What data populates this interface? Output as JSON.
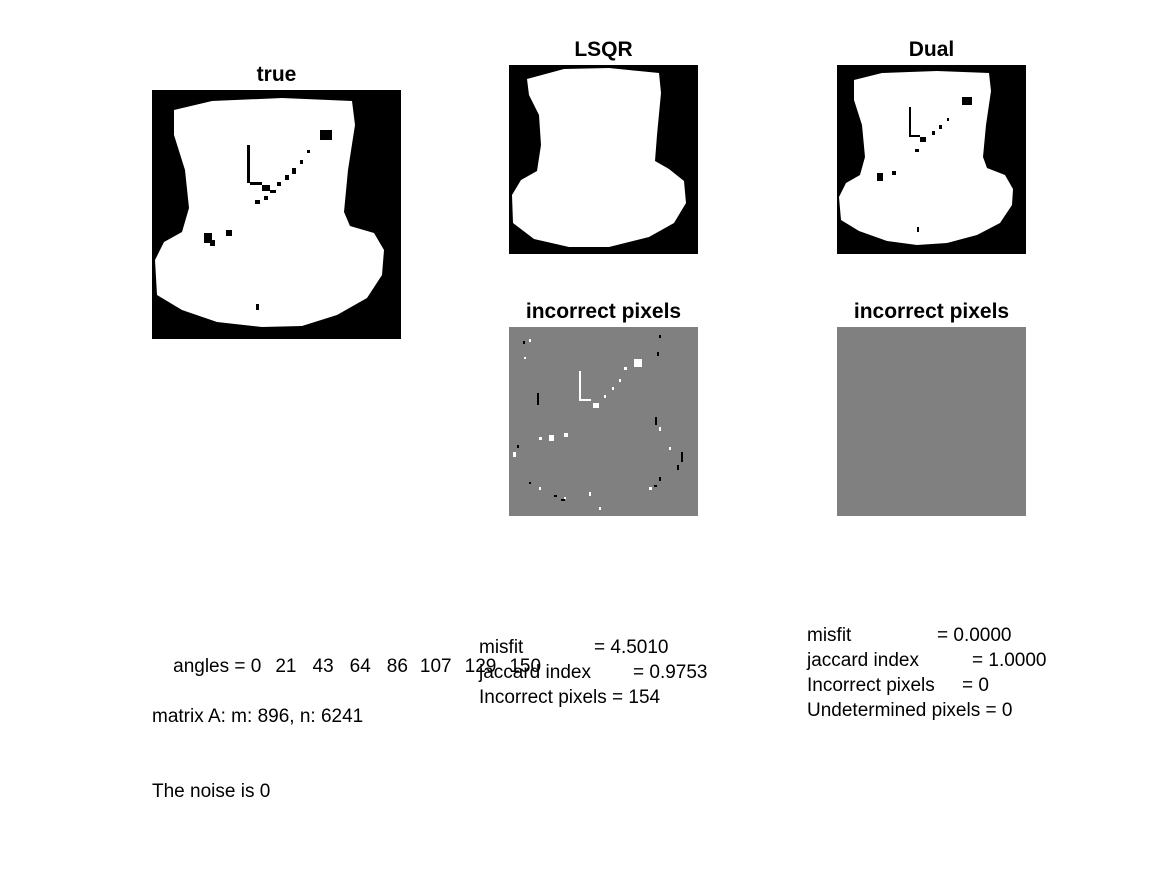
{
  "colors": {
    "black": "#000000",
    "white": "#ffffff",
    "gray": "#808080"
  },
  "titles": {
    "true": "true",
    "lsqr": "LSQR",
    "dual": "Dual",
    "lsqr_incorrect": "incorrect pixels",
    "dual_incorrect": "incorrect pixels"
  },
  "info": {
    "angles_label": "angles = ",
    "angles": [
      "0",
      "21",
      "43",
      "64",
      "86",
      "107",
      "129",
      "150"
    ],
    "matrix": "matrix A: m: 896, n: 6241",
    "noise": "The noise is 0"
  },
  "lsqr_stats": {
    "misfit_label": "misfit",
    "misfit_value": "= 4.5010",
    "jaccard_label": "jaccard index",
    "jaccard_value": "= 0.9753",
    "incorrect": "Incorrect pixels = 154"
  },
  "dual_stats": {
    "misfit_label": "misfit",
    "misfit_value": "= 0.0000",
    "jaccard_label": "jaccard index",
    "jaccard_value": "= 1.0000",
    "incorrect_label": "Incorrect pixels",
    "incorrect_value": "= 0",
    "undetermined": "Undetermined pixels = 0"
  }
}
